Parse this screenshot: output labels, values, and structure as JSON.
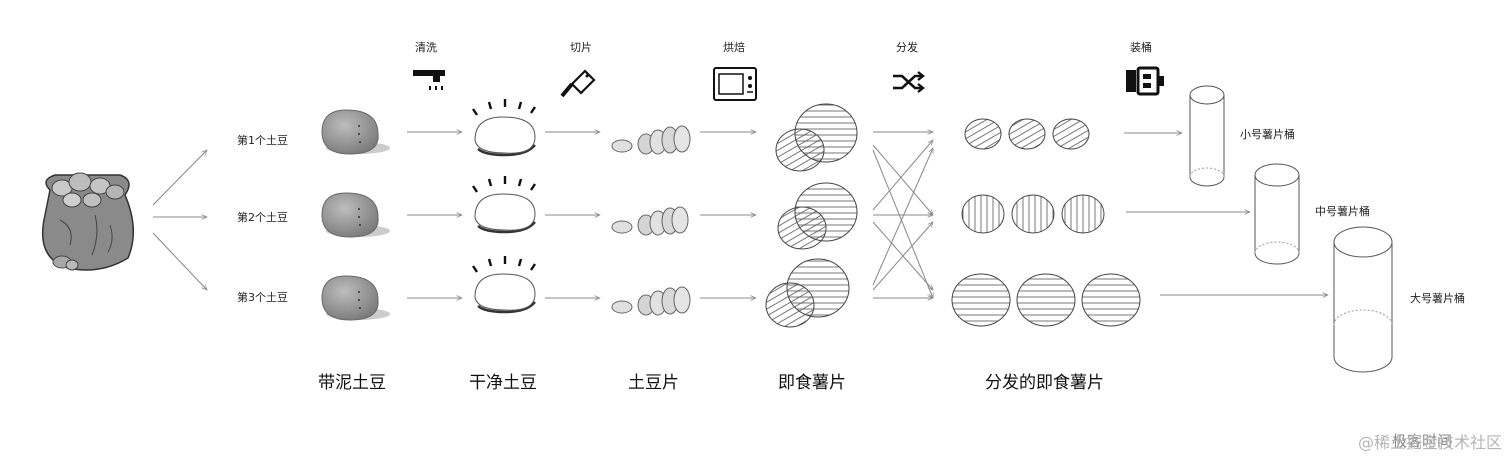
{
  "steps": {
    "wash": "清洗",
    "slice": "切片",
    "bake": "烘焙",
    "distribute": "分发",
    "bucket": "装桶"
  },
  "rows": [
    "第1个土豆",
    "第2个土豆",
    "第3个土豆"
  ],
  "stages": {
    "muddy": "带泥土豆",
    "clean": "干净土豆",
    "slices": "土豆片",
    "chips": "即食薯片",
    "distributed": "分发的即食薯片"
  },
  "buckets": {
    "small": "小号薯片桶",
    "medium": "中号薯片桶",
    "large": "大号薯片桶"
  },
  "watermark": "@稀土掘金技术社区",
  "watermark2": "极客时间",
  "icons": [
    "sack-icon",
    "shower-icon",
    "cleaver-icon",
    "oven-icon",
    "shuffle-icon",
    "bucket-icon"
  ]
}
